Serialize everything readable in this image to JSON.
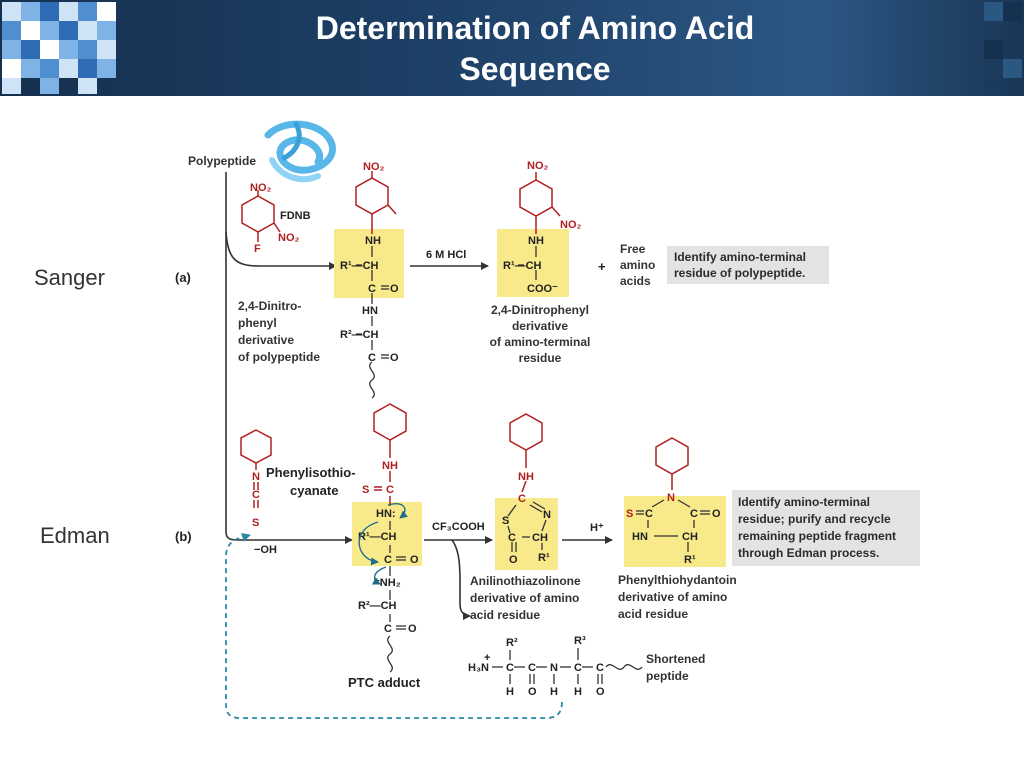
{
  "header": {
    "title_line1": "Determination of Amino Acid",
    "title_line2": "Sequence",
    "accent": "#1e4168",
    "logo_colors": [
      "#7fb3e6",
      "#4f8fcf",
      "#2e6db5",
      "#cfe3f7",
      "#1b3a5f"
    ]
  },
  "side_labels": {
    "sanger": "Sanger",
    "edman": "Edman"
  },
  "diagram": {
    "panel_a": "(a)",
    "panel_b": "(b)",
    "polypeptide": "Polypeptide",
    "fdnb": "FDNB",
    "reagent_hcl": "6 M HCl",
    "dnp_polypeptide": [
      "2,4-Dinitro-",
      "phenyl",
      "derivative",
      "of polypeptide"
    ],
    "dnp_residue": [
      "2,4-Dinitrophenyl",
      "derivative",
      "of amino-terminal",
      "residue"
    ],
    "free_amino_acids": [
      "Free",
      "amino",
      "acids"
    ],
    "note_a": [
      "Identify amino-terminal",
      "residue of polypeptide."
    ],
    "pitc": [
      "Phenylisothio-",
      "cyanate"
    ],
    "hydroxide": "−OH",
    "reagent_tfa": "CF₃COOH",
    "h_plus": "H⁺",
    "atz": [
      "Anilinothiazolinone",
      "derivative of amino",
      "acid residue"
    ],
    "pth": [
      "Phenylthiohydantoin",
      "derivative of amino",
      "acid residue"
    ],
    "note_b": [
      "Identify amino-terminal",
      "residue; purify and recycle",
      "remaining peptide fragment",
      "through Edman process."
    ],
    "ptc_adduct": "PTC adduct",
    "shortened_peptide": [
      "Shortened",
      "peptide"
    ]
  },
  "colors": {
    "highlight": "#f8e98a",
    "note_box": "#e3e3e3",
    "reagent_red": "#b02020",
    "arrow": "#333333",
    "recycle": "#2a8aa6",
    "curved_arrow": "#1f6f8b"
  }
}
